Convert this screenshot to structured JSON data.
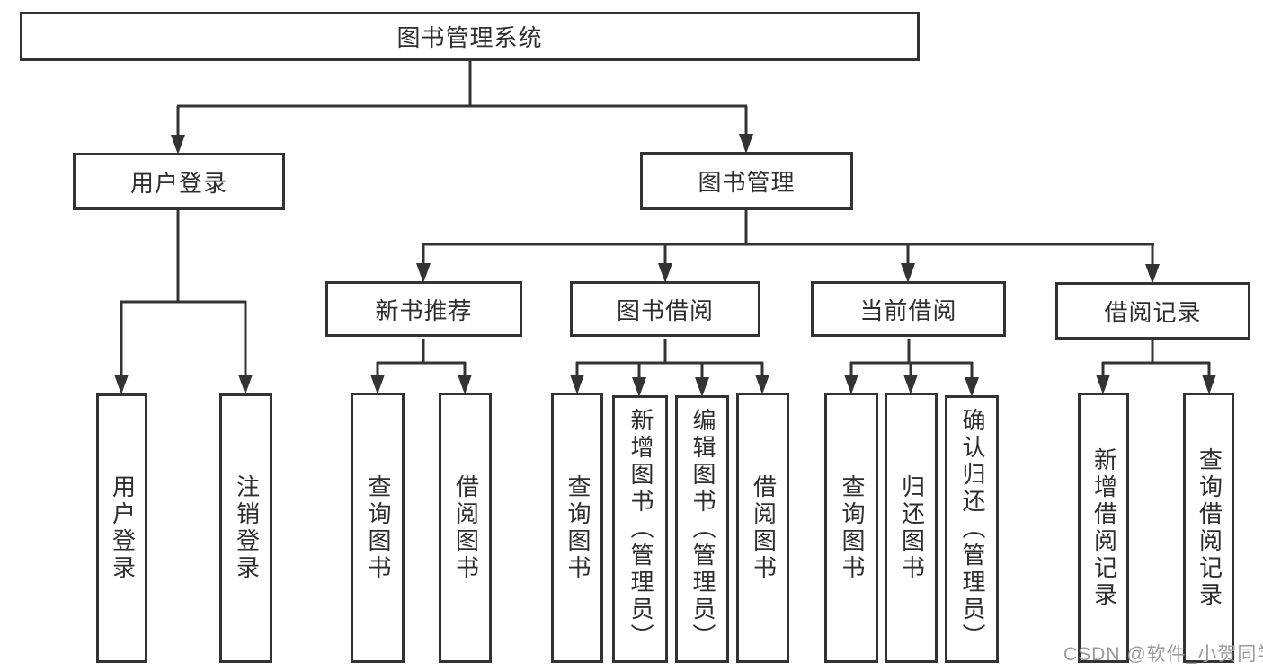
{
  "diagram": {
    "root": {
      "label": "图书管理系统"
    },
    "level2": {
      "user_login": {
        "label": "用户登录"
      },
      "book_mgmt": {
        "label": "图书管理"
      }
    },
    "level3": {
      "new_book_rec": {
        "label": "新书推荐"
      },
      "book_borrow": {
        "label": "图书借阅"
      },
      "current_borrow": {
        "label": "当前借阅"
      },
      "borrow_record": {
        "label": "借阅记录"
      }
    },
    "leaves": {
      "user_login": [
        "用户登录",
        "注销登录"
      ],
      "new_book_rec": [
        "查询图书",
        "借阅图书"
      ],
      "book_borrow": [
        "查询图书",
        "新增图书（管理员）",
        "编辑图书（管理员）",
        "借阅图书"
      ],
      "current_borrow": [
        "查询图书",
        "归还图书",
        "确认归还（管理员）"
      ],
      "borrow_record": [
        "新增借阅记录",
        "查询借阅记录"
      ]
    },
    "colors": {
      "line": "#333333",
      "text": "#2e2e2e",
      "watermark": "#9a9a9a",
      "background": "#ffffff"
    }
  },
  "watermark": {
    "text": "CSDN @软件_小贺同学"
  }
}
